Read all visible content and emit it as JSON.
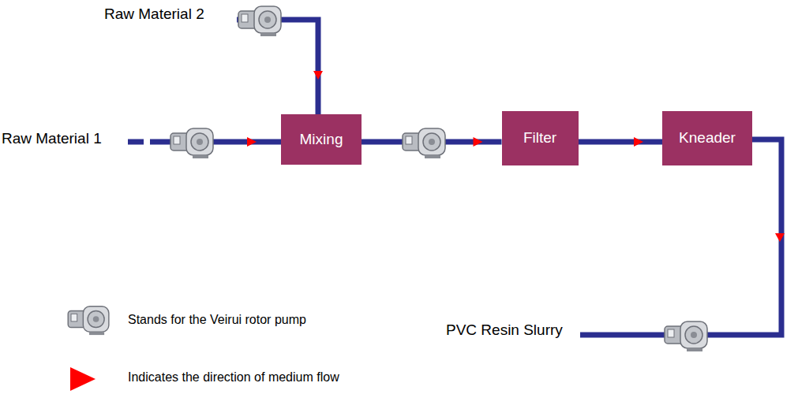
{
  "diagram": {
    "nodes": [
      {
        "text": [
          "Mixing"
        ]
      },
      {
        "text": [
          "Filter"
        ]
      },
      {
        "text": [
          "Kneader"
        ]
      }
    ],
    "edges": [
      {
        "from": 0,
        "to": 1,
        "arrow": "to"
      },
      {
        "from": 1,
        "to": 2,
        "arrow": "to"
      }
    ],
    "labels": [
      "Raw Material 2",
      "Raw Material 1",
      "PVC Resin Slurry"
    ],
    "legend": [
      {
        "text": "Stands for the Veirui rotor pump"
      },
      {
        "text": "Indicates the direction of medium flow"
      }
    ]
  }
}
